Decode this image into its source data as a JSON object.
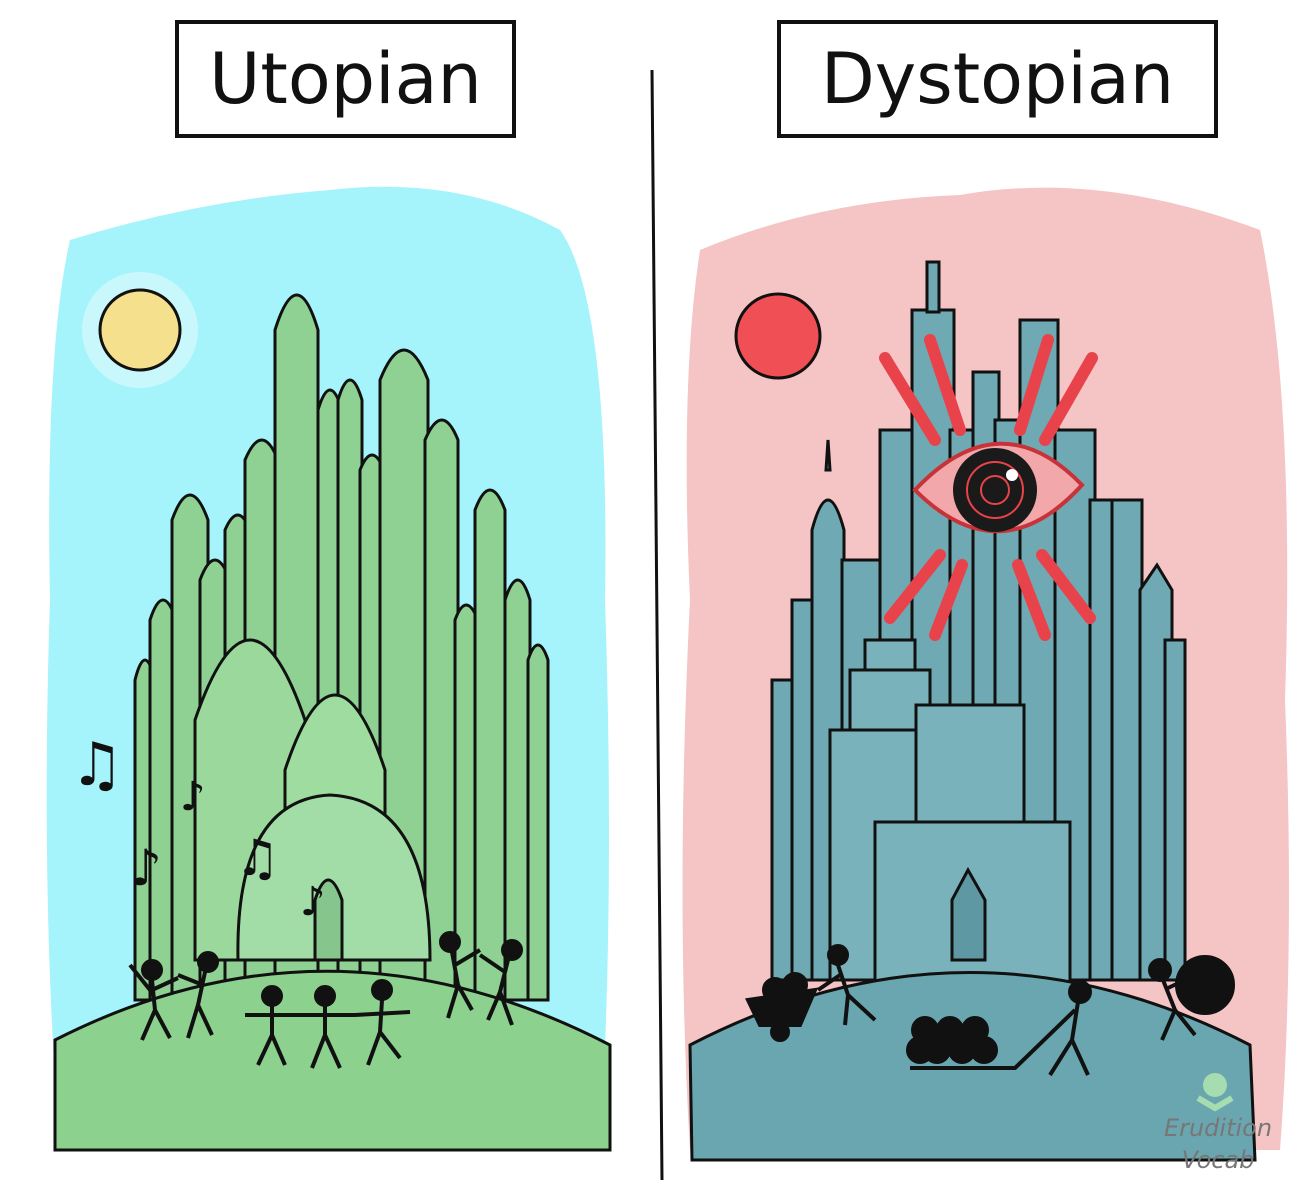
{
  "panels": {
    "left": {
      "title": "Utopian",
      "sky_color": "#a5f3fb",
      "building_color": "#8fd192",
      "sun_color": "#f5e08e"
    },
    "right": {
      "title": "Dystopian",
      "sky_color": "#f5c4c4",
      "building_color": "#6fa9b3",
      "sun_color": "#ef4f55"
    }
  },
  "watermark": {
    "line1": "Erudition",
    "line2": "Vocab"
  }
}
